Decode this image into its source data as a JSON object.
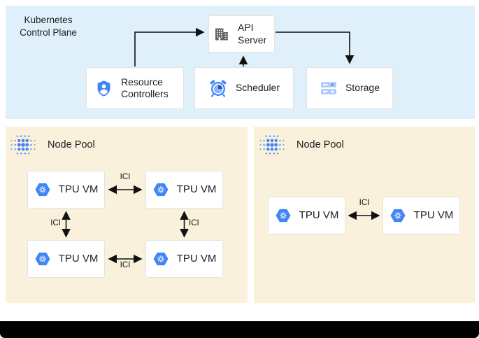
{
  "colors": {
    "control_plane_bg": "#DFF0FA",
    "node_pool_bg": "#FAF1DC",
    "primary_blue": "#4285F4",
    "dark_blue": "#185ABC",
    "light_blue": "#AECBFA",
    "icon_gray": "#5F6368",
    "arrow_black": "#111111"
  },
  "control_plane": {
    "title": "Kubernetes Control Plane",
    "api_server": {
      "label": "API Server",
      "icon": "building-icon"
    },
    "resource_controllers": {
      "label": "Resource Controllers",
      "icon": "shield-person-icon"
    },
    "scheduler": {
      "label": "Scheduler",
      "icon": "alarm-clock-icon"
    },
    "storage": {
      "label": "Storage",
      "icon": "storage-disks-icon"
    }
  },
  "node_pools": [
    {
      "label": "Node Pool",
      "icon": "dot-matrix-icon",
      "vms": [
        {
          "label": "TPU VM",
          "icon": "tpu-hexagon-icon"
        },
        {
          "label": "TPU VM",
          "icon": "tpu-hexagon-icon"
        },
        {
          "label": "TPU VM",
          "icon": "tpu-hexagon-icon"
        },
        {
          "label": "TPU VM",
          "icon": "tpu-hexagon-icon"
        }
      ],
      "links": [
        {
          "label": "ICI"
        },
        {
          "label": "ICI"
        },
        {
          "label": "ICI"
        },
        {
          "label": "ICI"
        }
      ]
    },
    {
      "label": "Node Pool",
      "icon": "dot-matrix-icon",
      "vms": [
        {
          "label": "TPU VM",
          "icon": "tpu-hexagon-icon"
        },
        {
          "label": "TPU VM",
          "icon": "tpu-hexagon-icon"
        }
      ],
      "links": [
        {
          "label": "ICI"
        }
      ]
    }
  ]
}
